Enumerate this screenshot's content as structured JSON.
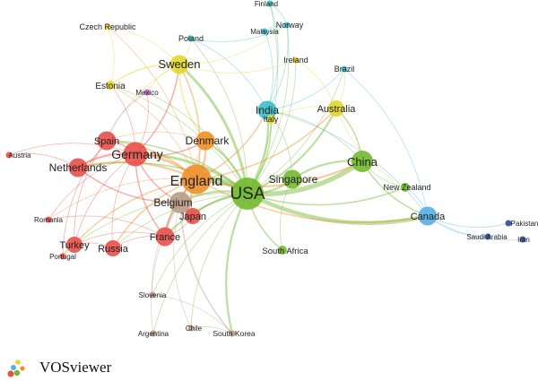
{
  "software": {
    "name": "VOSviewer"
  },
  "clusters": {
    "red": "#e8504a",
    "green": "#72b92f",
    "blue": "#57aee3",
    "yellow": "#e2d72c",
    "orange": "#ee8f2a",
    "purple": "#c267c4",
    "brown": "#b89c86",
    "cyan": "#3bbfcf",
    "navy": "#2b4d97"
  },
  "nodes": [
    {
      "id": "usa",
      "label": "USA",
      "cluster": "green",
      "weight": 10
    },
    {
      "id": "england",
      "label": "England",
      "cluster": "orange",
      "weight": 9
    },
    {
      "id": "germany",
      "label": "Germany",
      "cluster": "red",
      "weight": 7
    },
    {
      "id": "belgium",
      "label": "Belgium",
      "cluster": "brown",
      "weight": 6
    },
    {
      "id": "china",
      "label": "China",
      "cluster": "green",
      "weight": 6
    },
    {
      "id": "singapore",
      "label": "Singapore",
      "cluster": "green",
      "weight": 5
    },
    {
      "id": "denmark",
      "label": "Denmark",
      "cluster": "orange",
      "weight": 5
    },
    {
      "id": "sweden",
      "label": "Sweden",
      "cluster": "yellow",
      "weight": 5
    },
    {
      "id": "india",
      "label": "India",
      "cluster": "cyan",
      "weight": 5
    },
    {
      "id": "spain",
      "label": "Spain",
      "cluster": "red",
      "weight": 5
    },
    {
      "id": "netherlands",
      "label": "Netherlands",
      "cluster": "red",
      "weight": 5
    },
    {
      "id": "france",
      "label": "France",
      "cluster": "red",
      "weight": 5
    },
    {
      "id": "japan",
      "label": "Japan",
      "cluster": "red",
      "weight": 4
    },
    {
      "id": "canada",
      "label": "Canada",
      "cluster": "blue",
      "weight": 5
    },
    {
      "id": "australia",
      "label": "Australia",
      "cluster": "yellow",
      "weight": 4
    },
    {
      "id": "russia",
      "label": "Russia",
      "cluster": "red",
      "weight": 4
    },
    {
      "id": "turkey",
      "label": "Turkey",
      "cluster": "red",
      "weight": 4
    },
    {
      "id": "south_africa",
      "label": "South Africa",
      "cluster": "green",
      "weight": 3
    },
    {
      "id": "new_zealand",
      "label": "New Zealand",
      "cluster": "green",
      "weight": 3
    },
    {
      "id": "estonia",
      "label": "Estonia",
      "cluster": "yellow",
      "weight": 3
    },
    {
      "id": "italy",
      "label": "Italy",
      "cluster": "yellow",
      "weight": 3
    },
    {
      "id": "poland",
      "label": "Poland",
      "cluster": "cyan",
      "weight": 2
    },
    {
      "id": "norway",
      "label": "Norway",
      "cluster": "cyan",
      "weight": 2
    },
    {
      "id": "finland",
      "label": "Finland",
      "cluster": "cyan",
      "weight": 2
    },
    {
      "id": "brazil",
      "label": "Brazil",
      "cluster": "cyan",
      "weight": 2
    },
    {
      "id": "ireland",
      "label": "Ireland",
      "cluster": "yellow",
      "weight": 2
    },
    {
      "id": "czech",
      "label": "Czech Republic",
      "cluster": "yellow",
      "weight": 2
    },
    {
      "id": "malaysia",
      "label": "Malaysia",
      "cluster": "cyan",
      "weight": 2
    },
    {
      "id": "mexico",
      "label": "Mexico",
      "cluster": "purple",
      "weight": 2
    },
    {
      "id": "austria",
      "label": "Austria",
      "cluster": "red",
      "weight": 2
    },
    {
      "id": "romania",
      "label": "Romania",
      "cluster": "red",
      "weight": 2
    },
    {
      "id": "portugal",
      "label": "Portugal",
      "cluster": "red",
      "weight": 2
    },
    {
      "id": "slovenia",
      "label": "Slovenia",
      "cluster": "brown",
      "weight": 2
    },
    {
      "id": "argentina",
      "label": "Argentina",
      "cluster": "brown",
      "weight": 2
    },
    {
      "id": "chile",
      "label": "Chile",
      "cluster": "brown",
      "weight": 2
    },
    {
      "id": "south_korea",
      "label": "South Korea",
      "cluster": "brown",
      "weight": 2
    },
    {
      "id": "pakistan",
      "label": "Pakistan",
      "cluster": "navy",
      "weight": 2
    },
    {
      "id": "saudi_arabia",
      "label": "Saudi Arabia",
      "cluster": "navy",
      "weight": 2
    },
    {
      "id": "iran",
      "label": "Iran",
      "cluster": "navy",
      "weight": 2
    }
  ],
  "links": [
    {
      "s": "usa",
      "t": "england",
      "w": 8
    },
    {
      "s": "usa",
      "t": "china",
      "w": 7
    },
    {
      "s": "usa",
      "t": "canada",
      "w": 6
    },
    {
      "s": "usa",
      "t": "germany",
      "w": 4
    },
    {
      "s": "usa",
      "t": "belgium",
      "w": 3
    },
    {
      "s": "usa",
      "t": "singapore",
      "w": 3
    },
    {
      "s": "usa",
      "t": "denmark",
      "w": 3
    },
    {
      "s": "usa",
      "t": "sweden",
      "w": 4
    },
    {
      "s": "usa",
      "t": "india",
      "w": 3
    },
    {
      "s": "usa",
      "t": "australia",
      "w": 3
    },
    {
      "s": "usa",
      "t": "france",
      "w": 3
    },
    {
      "s": "usa",
      "t": "japan",
      "w": 2
    },
    {
      "s": "usa",
      "t": "south_africa",
      "w": 2
    },
    {
      "s": "usa",
      "t": "south_korea",
      "w": 3
    },
    {
      "s": "usa",
      "t": "netherlands",
      "w": 2
    },
    {
      "s": "usa",
      "t": "spain",
      "w": 2
    },
    {
      "s": "usa",
      "t": "new_zealand",
      "w": 2
    },
    {
      "s": "usa",
      "t": "italy",
      "w": 2
    },
    {
      "s": "usa",
      "t": "brazil",
      "w": 1
    },
    {
      "s": "usa",
      "t": "russia",
      "w": 1
    },
    {
      "s": "usa",
      "t": "turkey",
      "w": 1
    },
    {
      "s": "usa",
      "t": "poland",
      "w": 1
    },
    {
      "s": "usa",
      "t": "norway",
      "w": 1
    },
    {
      "s": "usa",
      "t": "finland",
      "w": 1
    },
    {
      "s": "usa",
      "t": "ireland",
      "w": 1
    },
    {
      "s": "usa",
      "t": "estonia",
      "w": 1
    },
    {
      "s": "usa",
      "t": "chile",
      "w": 1
    },
    {
      "s": "usa",
      "t": "argentina",
      "w": 1
    },
    {
      "s": "usa",
      "t": "slovenia",
      "w": 1
    },
    {
      "s": "usa",
      "t": "mexico",
      "w": 1
    },
    {
      "s": "england",
      "t": "germany",
      "w": 4
    },
    {
      "s": "england",
      "t": "belgium",
      "w": 3
    },
    {
      "s": "england",
      "t": "denmark",
      "w": 3
    },
    {
      "s": "england",
      "t": "sweden",
      "w": 2
    },
    {
      "s": "england",
      "t": "france",
      "w": 3
    },
    {
      "s": "england",
      "t": "netherlands",
      "w": 3
    },
    {
      "s": "england",
      "t": "spain",
      "w": 2
    },
    {
      "s": "england",
      "t": "japan",
      "w": 2
    },
    {
      "s": "england",
      "t": "russia",
      "w": 2
    },
    {
      "s": "england",
      "t": "turkey",
      "w": 1
    },
    {
      "s": "england",
      "t": "china",
      "w": 3
    },
    {
      "s": "england",
      "t": "india",
      "w": 2
    },
    {
      "s": "england",
      "t": "australia",
      "w": 2
    },
    {
      "s": "england",
      "t": "romania",
      "w": 1
    },
    {
      "s": "england",
      "t": "portugal",
      "w": 1
    },
    {
      "s": "england",
      "t": "estonia",
      "w": 1
    },
    {
      "s": "england",
      "t": "czech",
      "w": 1
    },
    {
      "s": "england",
      "t": "canada",
      "w": 2
    },
    {
      "s": "germany",
      "t": "netherlands",
      "w": 3
    },
    {
      "s": "germany",
      "t": "spain",
      "w": 2
    },
    {
      "s": "germany",
      "t": "belgium",
      "w": 2
    },
    {
      "s": "germany",
      "t": "france",
      "w": 2
    },
    {
      "s": "germany",
      "t": "austria",
      "w": 1
    },
    {
      "s": "germany",
      "t": "denmark",
      "w": 2
    },
    {
      "s": "germany",
      "t": "sweden",
      "w": 2
    },
    {
      "s": "germany",
      "t": "estonia",
      "w": 1
    },
    {
      "s": "germany",
      "t": "mexico",
      "w": 1
    },
    {
      "s": "germany",
      "t": "russia",
      "w": 1
    },
    {
      "s": "germany",
      "t": "turkey",
      "w": 1
    },
    {
      "s": "germany",
      "t": "romania",
      "w": 1
    },
    {
      "s": "netherlands",
      "t": "spain",
      "w": 1
    },
    {
      "s": "netherlands",
      "t": "austria",
      "w": 1
    },
    {
      "s": "netherlands",
      "t": "belgium",
      "w": 2
    },
    {
      "s": "belgium",
      "t": "france",
      "w": 2
    },
    {
      "s": "belgium",
      "t": "japan",
      "w": 1
    },
    {
      "s": "belgium",
      "t": "south_korea",
      "w": 2
    },
    {
      "s": "belgium",
      "t": "slovenia",
      "w": 1
    },
    {
      "s": "belgium",
      "t": "argentina",
      "w": 1
    },
    {
      "s": "belgium",
      "t": "chile",
      "w": 1
    },
    {
      "s": "china",
      "t": "singapore",
      "w": 3
    },
    {
      "s": "china",
      "t": "canada",
      "w": 2
    },
    {
      "s": "china",
      "t": "new_zealand",
      "w": 1
    },
    {
      "s": "china",
      "t": "australia",
      "w": 2
    },
    {
      "s": "china",
      "t": "india",
      "w": 1
    },
    {
      "s": "singapore",
      "t": "south_africa",
      "w": 1
    },
    {
      "s": "singapore",
      "t": "india",
      "w": 1
    },
    {
      "s": "canada",
      "t": "pakistan",
      "w": 1
    },
    {
      "s": "canada",
      "t": "saudi_arabia",
      "w": 1
    },
    {
      "s": "canada",
      "t": "iran",
      "w": 1
    },
    {
      "s": "canada",
      "t": "new_zealand",
      "w": 1
    },
    {
      "s": "canada",
      "t": "brazil",
      "w": 1
    },
    {
      "s": "canada",
      "t": "india",
      "w": 1
    },
    {
      "s": "india",
      "t": "norway",
      "w": 1
    },
    {
      "s": "india",
      "t": "poland",
      "w": 1
    },
    {
      "s": "india",
      "t": "brazil",
      "w": 1
    },
    {
      "s": "india",
      "t": "finland",
      "w": 1
    },
    {
      "s": "india",
      "t": "malaysia",
      "w": 1
    },
    {
      "s": "sweden",
      "t": "estonia",
      "w": 2
    },
    {
      "s": "sweden",
      "t": "czech",
      "w": 1
    },
    {
      "s": "sweden",
      "t": "denmark",
      "w": 2
    },
    {
      "s": "sweden",
      "t": "poland",
      "w": 1
    },
    {
      "s": "sweden",
      "t": "ireland",
      "w": 1
    },
    {
      "s": "sweden",
      "t": "mexico",
      "w": 1
    },
    {
      "s": "sweden",
      "t": "norway",
      "w": 1
    },
    {
      "s": "sweden",
      "t": "spain",
      "w": 1
    },
    {
      "s": "australia",
      "t": "ireland",
      "w": 1
    },
    {
      "s": "australia",
      "t": "brazil",
      "w": 1
    },
    {
      "s": "australia",
      "t": "italy",
      "w": 1
    },
    {
      "s": "australia",
      "t": "new_zealand",
      "w": 1
    },
    {
      "s": "denmark",
      "t": "spain",
      "w": 1
    },
    {
      "s": "denmark",
      "t": "japan",
      "w": 1
    },
    {
      "s": "france",
      "t": "russia",
      "w": 1
    },
    {
      "s": "france",
      "t": "turkey",
      "w": 1
    },
    {
      "s": "france",
      "t": "japan",
      "w": 1
    },
    {
      "s": "france",
      "t": "romania",
      "w": 1
    },
    {
      "s": "spain",
      "t": "turkey",
      "w": 1
    },
    {
      "s": "spain",
      "t": "portugal",
      "w": 1
    },
    {
      "s": "russia",
      "t": "turkey",
      "w": 1
    },
    {
      "s": "turkey",
      "t": "portugal",
      "w": 1
    },
    {
      "s": "poland",
      "t": "norway",
      "w": 1
    },
    {
      "s": "norway",
      "t": "finland",
      "w": 1
    },
    {
      "s": "norway",
      "t": "malaysia",
      "w": 1
    },
    {
      "s": "south_korea",
      "t": "slovenia",
      "w": 1
    },
    {
      "s": "south_korea",
      "t": "chile",
      "w": 1
    },
    {
      "s": "estonia",
      "t": "czech",
      "w": 1
    },
    {
      "s": "mexico",
      "t": "spain",
      "w": 1
    }
  ]
}
